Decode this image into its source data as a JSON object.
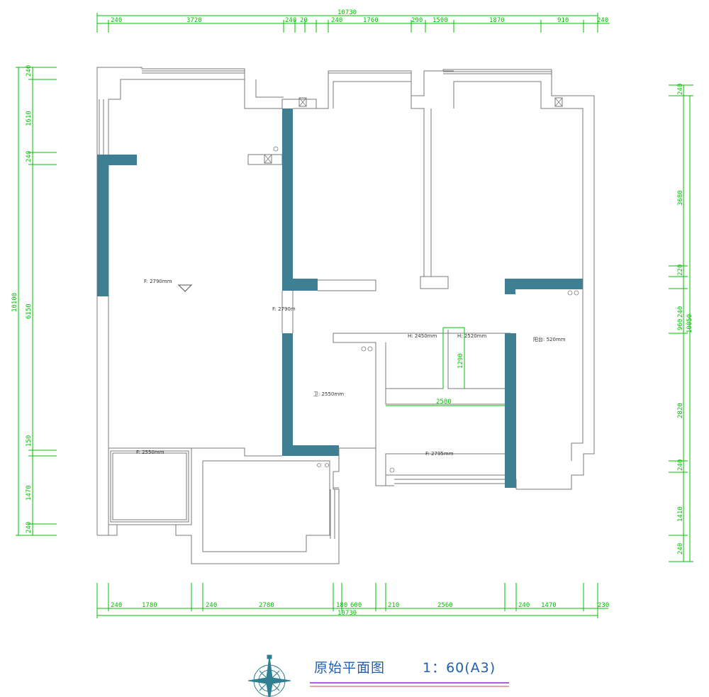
{
  "colors": {
    "wall": "#3f7f93",
    "line": "#7a7a7a",
    "dimension": "#00c000",
    "title": "#1f5fb3",
    "underline_top": "#8a2be2",
    "underline_bottom": "#e04040"
  },
  "title": {
    "name": "原始平面图",
    "scale": "1：60(A3)"
  },
  "compass": {
    "icon": "compass-rose-icon"
  },
  "dimensions": {
    "top_total": "10730",
    "top": [
      "240",
      "3720",
      "240",
      "20",
      "240",
      "1760",
      "290",
      "1500",
      "1870",
      "910",
      "240"
    ],
    "bottom_total": "10730",
    "bottom": [
      "240",
      "1780",
      "240",
      "2780",
      "180",
      "600",
      "210",
      "2560",
      "240",
      "1470",
      "230"
    ],
    "left_total": "10100",
    "left": [
      "240",
      "1610",
      "240",
      "6150",
      "150",
      "1470",
      "240"
    ],
    "right_total": "10050",
    "right": [
      "240",
      "3680",
      "220",
      "240",
      "960",
      "2820",
      "240",
      "1410",
      "240"
    ],
    "inner": [
      "1290",
      "2580"
    ]
  },
  "room_labels": {
    "living": "F: 2790mm",
    "corridor": "F: 2790m",
    "bath": "卫: 2550mm",
    "top_left": "H: 2450mm",
    "top_right": "H: 2520mm",
    "right": "阳台: 520mm",
    "kitchen": "F: 2795mm",
    "balcony": "F: 2550mm"
  }
}
